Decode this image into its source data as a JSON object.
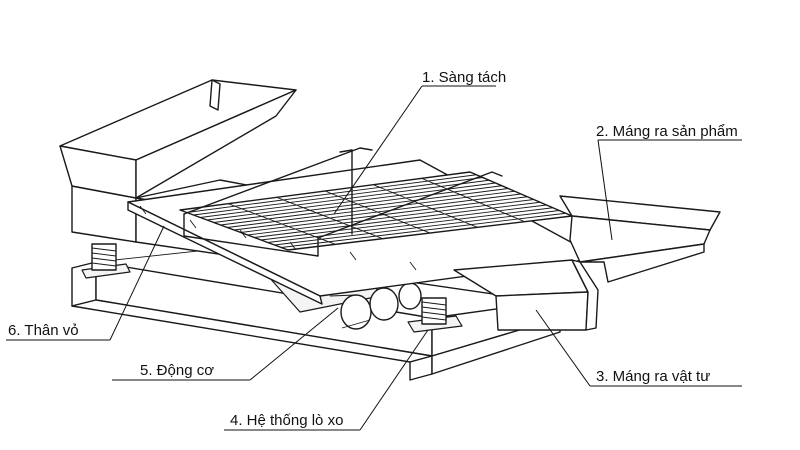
{
  "labels": {
    "sieve": "1. Sàng tách",
    "product_chute": "2. Máng ra sản phẩm",
    "material_chute": "3. Máng ra vật tư",
    "spring_system": "4. Hệ thống lò xo",
    "motor": "5. Động cơ",
    "body": "6. Thân vỏ"
  }
}
